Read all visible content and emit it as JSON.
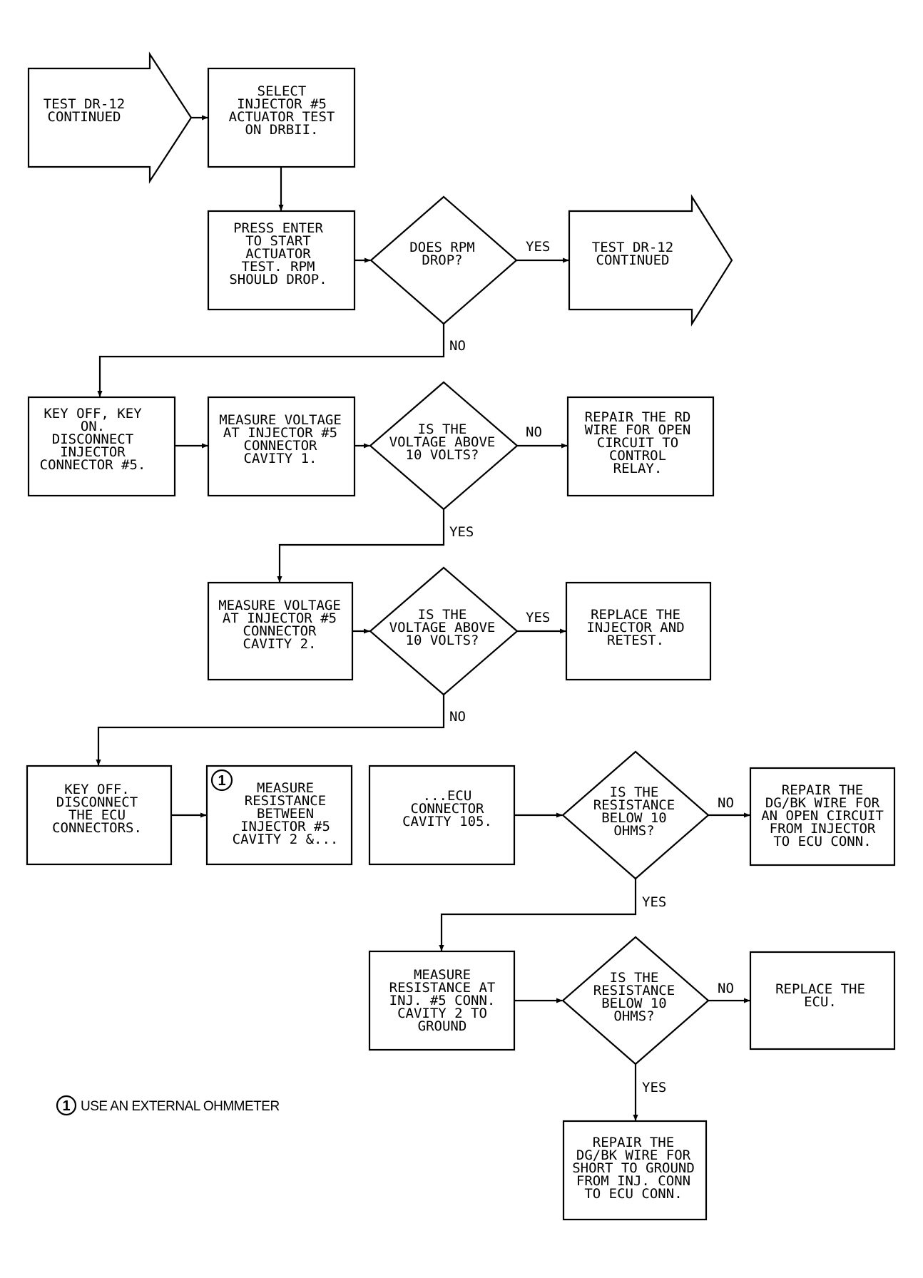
{
  "nodes": {
    "start": [
      "TEST DR-12",
      "CONTINUED"
    ],
    "select_injector": [
      "SELECT",
      "INJECTOR #5",
      "ACTUATOR TEST",
      "ON DRBII."
    ],
    "press_enter": [
      "PRESS ENTER",
      "TO START",
      "ACTUATOR",
      "TEST. RPM",
      "SHOULD DROP."
    ],
    "rpm_drop": [
      "DOES RPM",
      "DROP?"
    ],
    "continued_right": [
      "TEST DR-12",
      "CONTINUED"
    ],
    "key_off_key_on": [
      "KEY OFF, KEY",
      "ON.",
      "DISCONNECT",
      "INJECTOR",
      "CONNECTOR #5."
    ],
    "measure_cavity1": [
      "MEASURE VOLTAGE",
      "AT INJECTOR #5",
      "CONNECTOR",
      "CAVITY 1."
    ],
    "voltage_q1": [
      "IS THE",
      "VOLTAGE ABOVE",
      "10 VOLTS?"
    ],
    "repair_rd": [
      "REPAIR THE RD",
      "WIRE FOR OPEN",
      "CIRCUIT TO",
      "CONTROL",
      "RELAY."
    ],
    "measure_cavity2": [
      "MEASURE VOLTAGE",
      "AT INJECTOR #5",
      "CONNECTOR",
      "CAVITY 2."
    ],
    "voltage_q2": [
      "IS THE",
      "VOLTAGE ABOVE",
      "10 VOLTS?"
    ],
    "replace_injector": [
      "REPLACE THE",
      "INJECTOR AND",
      "RETEST."
    ],
    "key_off_disconnect_ecu": [
      "KEY OFF.",
      "DISCONNECT",
      "THE ECU",
      "CONNECTORS."
    ],
    "measure_resistance_between": [
      "MEASURE",
      "RESISTANCE",
      "BETWEEN",
      "INJECTOR #5",
      "CAVITY 2 &..."
    ],
    "ecu_connector": [
      "...ECU",
      "CONNECTOR",
      "CAVITY 105."
    ],
    "resistance_q1": [
      "IS THE",
      "RESISTANCE",
      "BELOW 10",
      "OHMS?"
    ],
    "repair_dgbk_open": [
      "REPAIR THE",
      "DG/BK WIRE FOR",
      "AN OPEN CIRCUIT",
      "FROM INJECTOR",
      "TO ECU CONN."
    ],
    "measure_resistance_ground": [
      "MEASURE",
      "RESISTANCE AT",
      "INJ. #5 CONN.",
      "CAVITY 2 TO",
      "GROUND"
    ],
    "resistance_q2": [
      "IS THE",
      "RESISTANCE",
      "BELOW 10",
      "OHMS?"
    ],
    "replace_ecu": [
      "REPLACE THE",
      "ECU."
    ],
    "repair_dgbk_short": [
      "REPAIR THE",
      "DG/BK WIRE FOR",
      "SHORT TO GROUND",
      "FROM INJ. CONN",
      "TO ECU CONN."
    ]
  },
  "edge_labels": {
    "rpm_yes": "YES",
    "rpm_no": "NO",
    "v1_no": "NO",
    "v1_yes": "YES",
    "v2_yes": "YES",
    "v2_no": "NO",
    "r1_no": "NO",
    "r1_yes": "YES",
    "r2_no": "NO",
    "r2_yes": "YES"
  },
  "footnote": {
    "marker": "1",
    "text": "USE AN EXTERNAL OHMMETER"
  }
}
